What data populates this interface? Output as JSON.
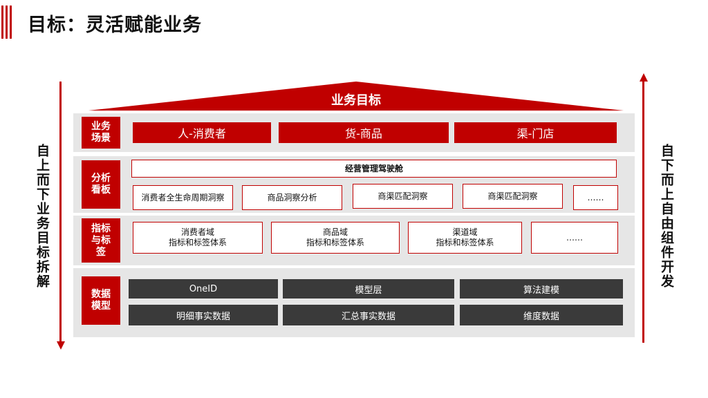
{
  "page": {
    "title": "目标：灵活赋能业务"
  },
  "left_axis": {
    "label": "自上而下业务目标拆解"
  },
  "right_axis": {
    "label": "自下而上自由组件开发"
  },
  "roof": {
    "label": "业务目标"
  },
  "layers": [
    {
      "label": "业务\n场景",
      "items": [
        "人-消费者",
        "货-商品",
        "渠-门店"
      ]
    },
    {
      "label": "分析\n看板",
      "cockpit": "经营管理驾驶舱",
      "items": [
        "消费者全生命周期洞察",
        "商品洞察分析",
        "商渠匹配洞察",
        "商渠匹配洞察",
        "……"
      ]
    },
    {
      "label": "指标\n与标\n签",
      "items": [
        "消费者域\n指标和标签体系",
        "商品域\n指标和标签体系",
        "渠道域\n指标和标签体系",
        "……"
      ]
    },
    {
      "label": "数据\n模型",
      "items": [
        "OneID",
        "模型层",
        "算法建模",
        "明细事实数据",
        "汇总事实数据",
        "维度数据"
      ]
    }
  ],
  "colors": {
    "accent": "#c00000",
    "layer_bg": "#e6e6e6",
    "dark_box": "#3a3a3a"
  }
}
